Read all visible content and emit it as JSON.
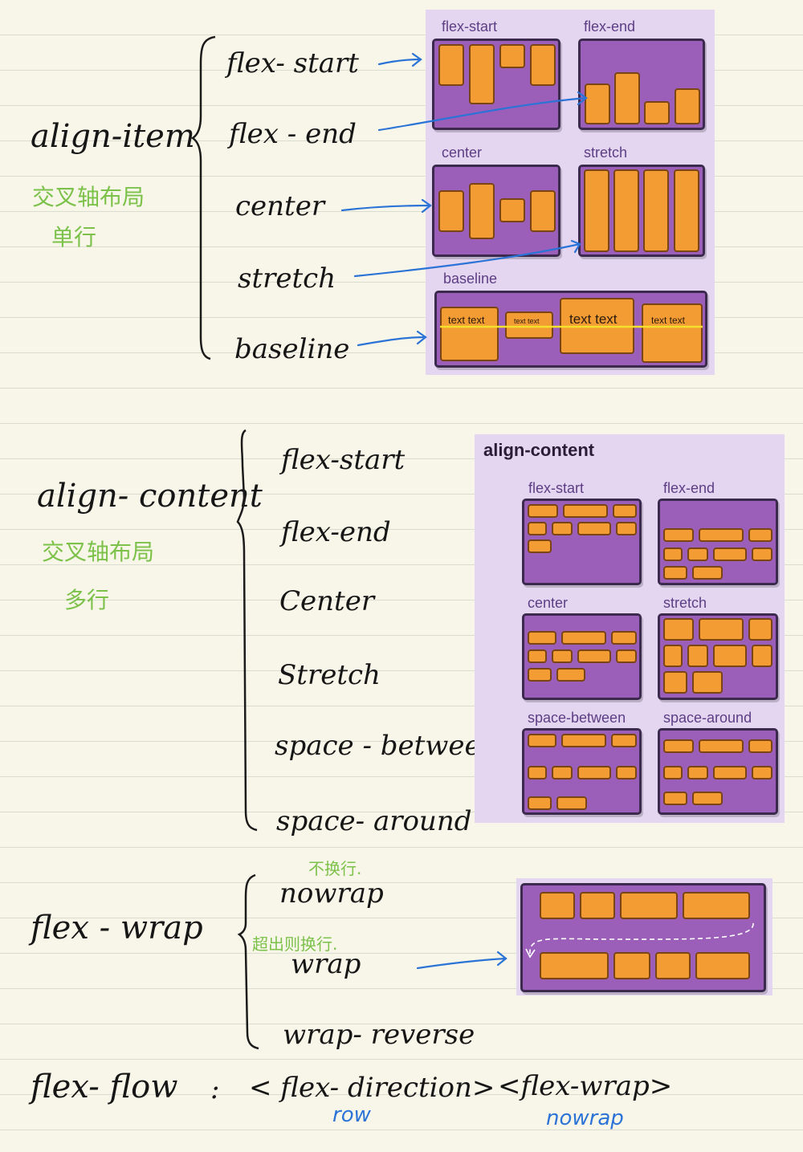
{
  "align_items": {
    "heading": "align-item",
    "note_line1": "交叉轴布局",
    "note_line2": "单行",
    "values": [
      "flex- start",
      "flex - end",
      "center",
      "stretch",
      "baseline"
    ],
    "panel": {
      "captions": [
        "flex-start",
        "flex-end",
        "center",
        "stretch",
        "baseline"
      ],
      "baseline_texts": [
        "text text",
        "text text",
        "text text",
        "text text"
      ]
    }
  },
  "align_content": {
    "heading": "align- content",
    "note_line1": "交叉轴布局",
    "note_line2": "多行",
    "values": [
      "flex-start",
      "flex-end",
      "Center",
      "Stretch",
      "space - between",
      "space- around"
    ],
    "panel": {
      "title": "align-content",
      "captions": [
        "flex-start",
        "flex-end",
        "center",
        "stretch",
        "space-between",
        "space-around"
      ]
    }
  },
  "flex_wrap": {
    "heading": "flex - wrap",
    "values": [
      "nowrap",
      "wrap",
      "wrap- reverse"
    ],
    "notes": [
      "不换行.",
      "超出则换行."
    ]
  },
  "flex_flow": {
    "heading": "flex- flow",
    "colon": ":",
    "syntax_direction": "< flex- direction>",
    "syntax_wrap": "<flex-wrap>",
    "default_direction": "row",
    "default_wrap": "nowrap"
  },
  "colors": {
    "panel_bg": "#e4d6f1",
    "container_purple": "#9b5fba",
    "item_orange": "#f39c34",
    "arrow_blue": "#2b73d6",
    "note_green": "#7cc14a",
    "baseline_yellow": "#f3e12b"
  }
}
